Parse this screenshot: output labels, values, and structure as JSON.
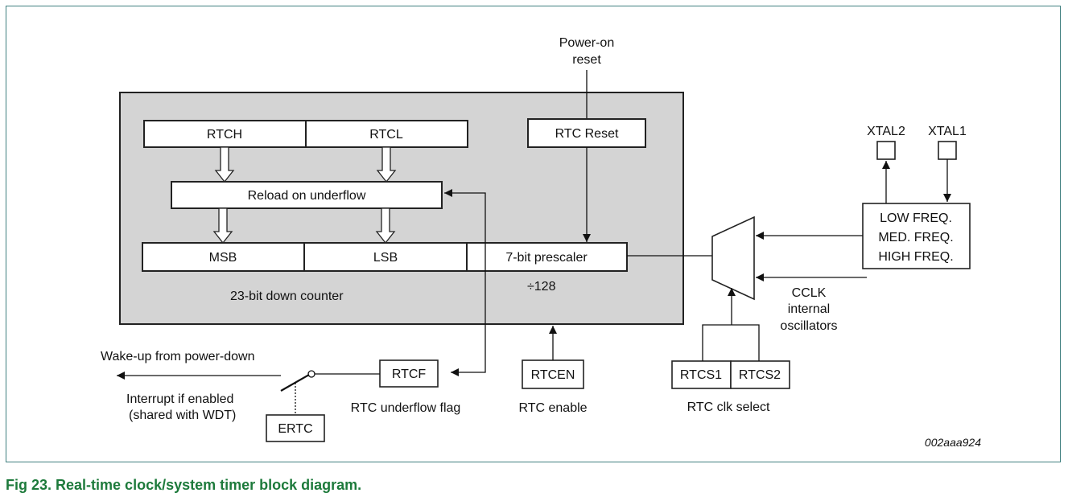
{
  "diagram": {
    "power_on_line1": "Power-on",
    "power_on_line2": "reset",
    "rtch": "RTCH",
    "rtcl": "RTCL",
    "rtc_reset": "RTC Reset",
    "reload": "Reload on underflow",
    "msb": "MSB",
    "lsb": "LSB",
    "prescaler": "7-bit prescaler",
    "div128": "÷128",
    "down_counter": "23-bit down counter",
    "xtal2": "XTAL2",
    "xtal1": "XTAL1",
    "osc_line1": "LOW FREQ.",
    "osc_line2": "MED. FREQ.",
    "osc_line3": "HIGH FREQ.",
    "cclk_line1": "CCLK",
    "cclk_line2": "internal",
    "cclk_line3": "oscillators",
    "wakeup": "Wake-up from power-down",
    "interrupt_line1": "Interrupt if enabled",
    "interrupt_line2": "(shared with WDT)",
    "ertc": "ERTC",
    "rtcf": "RTCF",
    "underflow_flag": "RTC underflow flag",
    "rtcen": "RTCEN",
    "rtc_enable": "RTC enable",
    "rtcs1": "RTCS1",
    "rtcs2": "RTCS2",
    "clk_select": "RTC clk select",
    "figure_id": "002aaa924"
  },
  "caption": {
    "number": "Fig 23.",
    "title": "Real-time clock/system timer block diagram."
  },
  "colors": {
    "counter_fill": "#d4d4d4",
    "caption": "#1d7a3b",
    "frame": "#3f7f7f"
  }
}
